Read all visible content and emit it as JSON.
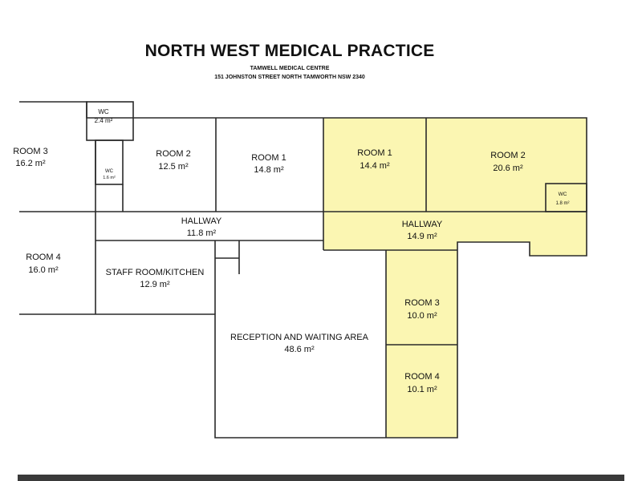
{
  "header": {
    "title": "NORTH WEST MEDICAL PRACTICE",
    "subtitle_1": "TAMWELL MEDICAL CENTRE",
    "subtitle_2": "151 JOHNSTON STREET NORTH TAMWORTH NSW 2340"
  },
  "colors": {
    "highlight": "#fbf6b2",
    "wall": "#2a2a2a",
    "background": "#ffffff"
  },
  "rooms": {
    "left_room3": {
      "name": "ROOM 3",
      "area": "16.2 m²"
    },
    "wc_top": {
      "name": "WC",
      "area": "2.4 m²"
    },
    "wc_small": {
      "name": "WC",
      "area": "1.6 m²"
    },
    "left_room2": {
      "name": "ROOM 2",
      "area": "12.5 m²"
    },
    "left_room1": {
      "name": "ROOM 1",
      "area": "14.8 m²"
    },
    "left_hallway": {
      "name": "HALLWAY",
      "area": "11.8 m²"
    },
    "left_room4": {
      "name": "ROOM 4",
      "area": "16.0 m²"
    },
    "staff_room": {
      "name": "STAFF ROOM/KITCHEN",
      "area": "12.9 m²"
    },
    "reception": {
      "name": "RECEPTION AND WAITING AREA",
      "area": "48.6 m²"
    },
    "right_room1": {
      "name": "ROOM 1",
      "area": "14.4 m²"
    },
    "right_room2": {
      "name": "ROOM 2",
      "area": "20.6 m²"
    },
    "wc_right": {
      "name": "WC",
      "area": "1.8 m²"
    },
    "right_hallway": {
      "name": "HALLWAY",
      "area": "14.9 m²"
    },
    "right_room3": {
      "name": "ROOM 3",
      "area": "10.0 m²"
    },
    "right_room4": {
      "name": "ROOM 4",
      "area": "10.1 m²"
    }
  }
}
